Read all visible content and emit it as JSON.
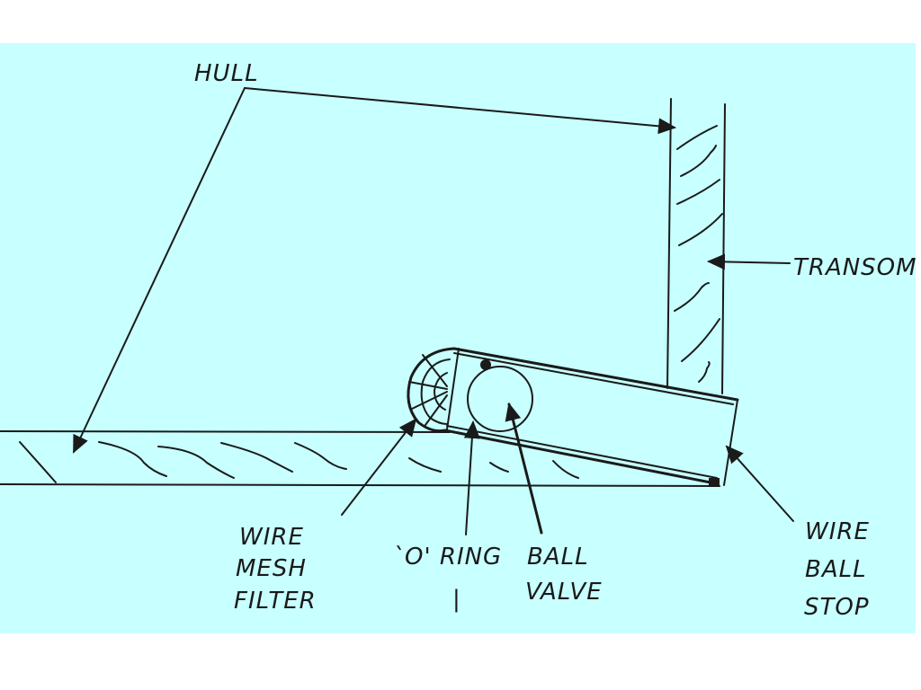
{
  "diagram": {
    "title": "Transom bailer diagram",
    "background_color": "#c8ffff",
    "ink_color": "#1a1a1a",
    "labels": {
      "hull": "HULL",
      "transom": "TRANSOM",
      "wire_mesh_filter": [
        "WIRE",
        "MESH",
        "FILTER"
      ],
      "o_ring": [
        "`O' RING",
        "|"
      ],
      "ball_valve": [
        "BALL",
        "VALVE"
      ],
      "wire_ball_stop": [
        "WIRE",
        "BALL",
        "STOP"
      ]
    },
    "components": [
      "hull",
      "transom",
      "tube",
      "wire-mesh-filter",
      "o-ring",
      "ball-valve",
      "wire-ball-stop"
    ]
  }
}
